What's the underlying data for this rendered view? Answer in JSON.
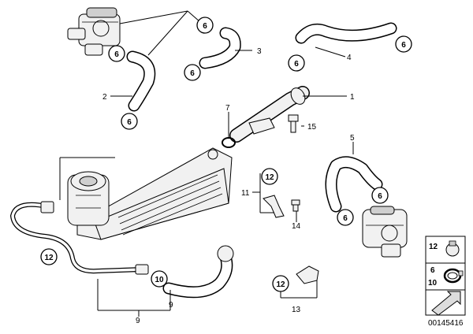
{
  "diagram": {
    "part_labels": {
      "p1": "1",
      "p2": "2",
      "p3": "3",
      "p4": "4",
      "p5": "5",
      "p7": "7",
      "p9": "9",
      "p11": "11",
      "p13": "13",
      "p14": "14",
      "p15": "15"
    },
    "circle_labels": {
      "c6a": "6",
      "c6b": "6",
      "c6c": "6",
      "c6d": "6",
      "c6e": "6",
      "c6f": "6",
      "c6g": "6",
      "c6h": "6",
      "c12a": "12",
      "c12b": "12",
      "c12c": "12",
      "c10": "10"
    },
    "legend": {
      "item1": "12",
      "item2": "6",
      "item3": "10"
    },
    "drawing_number": "00145416"
  }
}
